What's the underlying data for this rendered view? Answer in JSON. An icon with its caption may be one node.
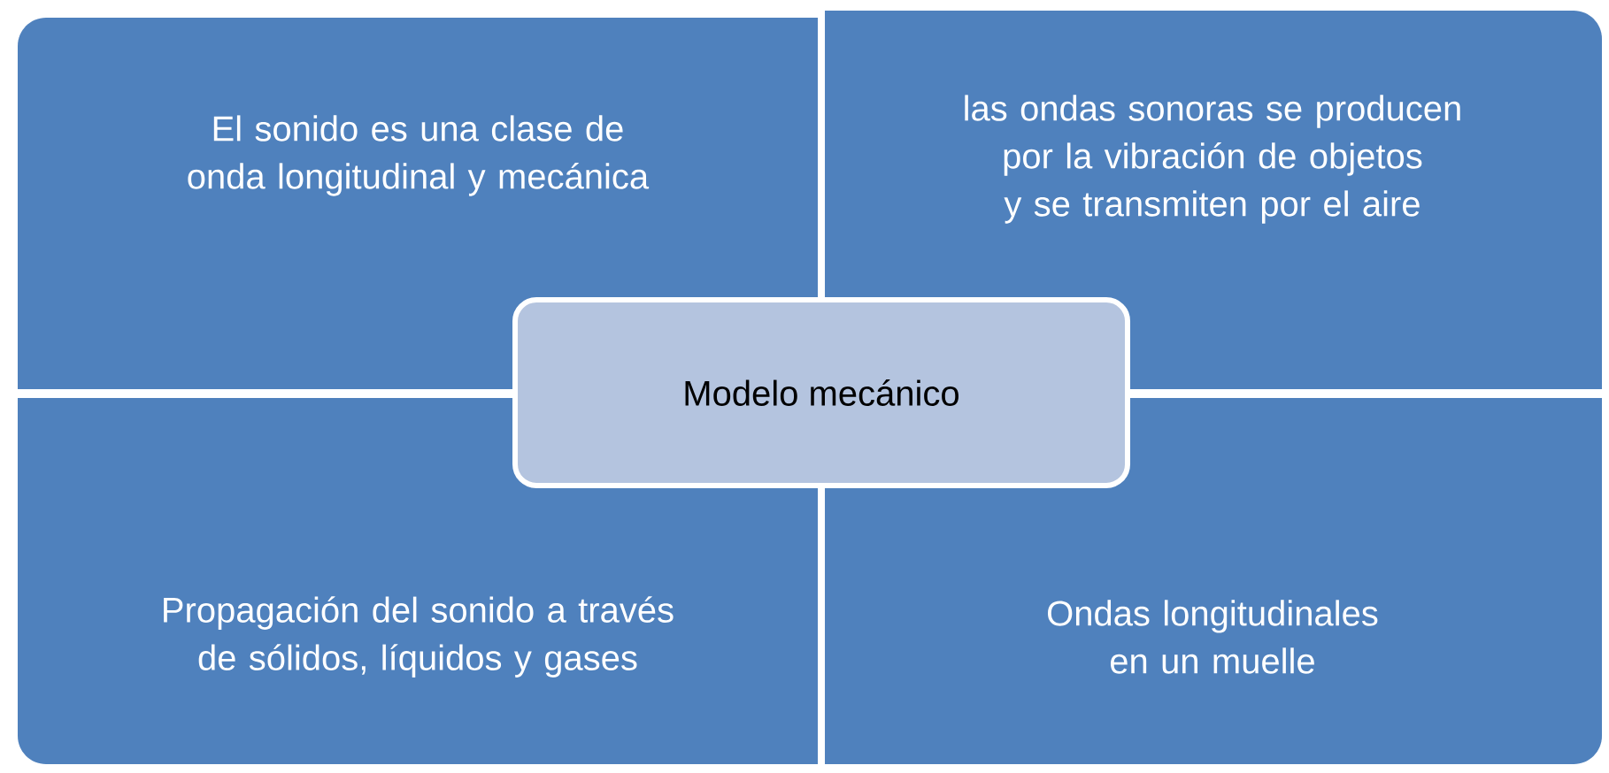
{
  "diagram": {
    "nodes": [
      {
        "text": [
          "El sonido es una clase de onda longitudinal y mecánica"
        ]
      },
      {
        "text": [
          "las ondas sonoras se producen por la vibración de objetos y se transmiten por el aire"
        ]
      },
      {
        "text": [
          "Modelo mecánico"
        ]
      },
      {
        "text": [
          "Propagación del sonido a través de sólidos, líquidos y gases"
        ]
      },
      {
        "text": [
          "Ondas longitudinales en un muelle"
        ]
      }
    ]
  }
}
